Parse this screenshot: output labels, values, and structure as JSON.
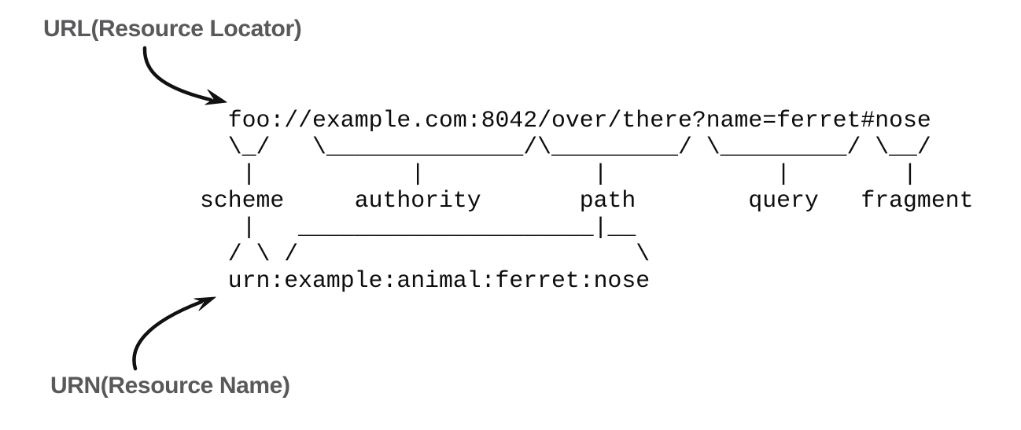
{
  "annotations": {
    "url_label": "URL(Resource Locator)",
    "urn_label": "URN(Resource Name)",
    "label_color": "#58595b"
  },
  "diagram": {
    "ink_color": "#0d0d0d",
    "background": "#ffffff",
    "uri_example": "foo://example.com:8042/over/there?name=ferret#nose",
    "urn_example": "urn:example:animal:ferret:nose",
    "components": [
      "scheme",
      "authority",
      "path",
      "query",
      "fragment"
    ],
    "ascii_lines": [
      "  foo://example.com:8042/over/there?name=ferret#nose",
      "  \\_/   \\______________/\\_________/ \\_________/ \\__/",
      "   |           |            |            |        |",
      "scheme     authority       path        query   fragment",
      "   |   _____________________|__",
      "  / \\ /                        \\",
      "  urn:example:animal:ferret:nose"
    ]
  }
}
